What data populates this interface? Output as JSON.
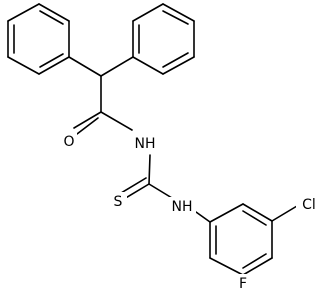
{
  "molecule": {
    "atom_labels": {
      "oxygen": "O",
      "amide_nh": "NH",
      "sulfur": "S",
      "amine_nh": "NH",
      "chlorine": "Cl",
      "fluorine": "F"
    },
    "colors": {
      "bond": "#000000",
      "label": "#000000",
      "background": "#ffffff"
    }
  }
}
